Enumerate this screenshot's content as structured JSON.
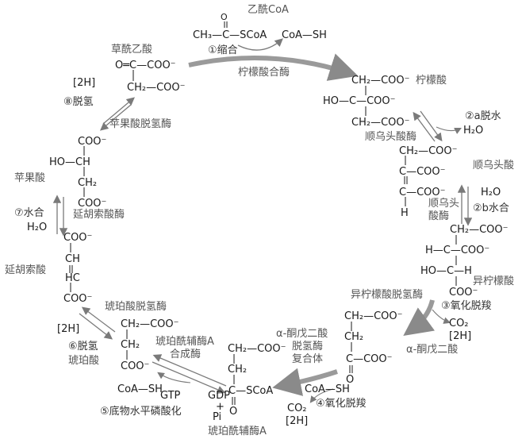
{
  "top": {
    "acetyl_coa_name": "乙酰CoA",
    "acetyl_coa_formula": "CH₃—C—SCoA",
    "acetyl_coa_o": "O",
    "coa_sh": "CoA—SH",
    "step1": "①缩合",
    "enzyme1": "柠檬酸合酶"
  },
  "oxaloacetate": {
    "name": "草酰乙酸",
    "line1": "O═C—COO⁻",
    "line2": "CH₂—COO⁻"
  },
  "citrate": {
    "name": "柠檬酸",
    "line1": "CH₂—COO⁻",
    "line2": "HO—C—COO⁻",
    "line3": "CH₂—COO⁻"
  },
  "step2a": {
    "label": "②a脱水",
    "h2o": "H₂O",
    "enzyme": "顺乌头酸酶"
  },
  "cis_aconitate": {
    "name": "顺乌头酸",
    "line1": "CH₂—COO⁻",
    "line2": "C—COO⁻",
    "line3": "C—COO⁻",
    "line4": "H"
  },
  "step2b": {
    "h2o": "H₂O",
    "label": "②b水合",
    "enzyme_l1": "顺乌头",
    "enzyme_l2": "酸酶"
  },
  "isocitrate": {
    "name": "异柠檬酸",
    "line1": "CH₂—COO⁻",
    "line2": "H—C—COO⁻",
    "line3": "HO—C—H",
    "line4": "COO⁻"
  },
  "step3": {
    "enzyme": "异柠檬酸脱氢酶",
    "label": "③氧化脱羧",
    "co2": "CO₂",
    "h2": "[2H]"
  },
  "akg": {
    "name": "α-酮戊二酸",
    "line1": "CH₂—COO⁻",
    "line2": "CH₂",
    "line3": "C—COO⁻",
    "line4": "O"
  },
  "step4": {
    "enzyme_l1": "α-酮戊二酸",
    "enzyme_l2": "脱氢酶",
    "enzyme_l3": "复合体",
    "coa_sh": "CoA—SH",
    "label": "④氧化脱羧",
    "co2": "CO₂",
    "h2": "[2H]"
  },
  "succinyl_coa": {
    "name": "琥珀酰辅酶A",
    "line1": "CH₂—COO⁻",
    "line2": "CH₂",
    "line3": "C—SCoA",
    "line4": "O"
  },
  "step5": {
    "enzyme_l1": "琥珀酰辅酶A",
    "enzyme_l2": "合成酶",
    "coa_sh": "CoA—SH",
    "gtp": "GTP",
    "gdp": "GDP",
    "plus": "+",
    "pi": "Pi",
    "label": "⑤底物水平磷酸化"
  },
  "succinate": {
    "name": "琥珀酸",
    "line1": "CH₂—COO⁻",
    "line2": "CH₂",
    "line3": "COO⁻"
  },
  "step6": {
    "enzyme": "琥珀酸脱氢酶",
    "h2": "[2H]",
    "label": "⑥脱氢"
  },
  "fumarate": {
    "name": "延胡索酸",
    "line1": "COO⁻",
    "line2": "CH",
    "line3": "HC",
    "line4": "COO⁻"
  },
  "step7": {
    "label": "⑦水合",
    "h2o": "H₂O",
    "enzyme": "延胡索酸酶"
  },
  "malate": {
    "name": "苹果酸",
    "line1": "COO⁻",
    "line2": "HO—CH",
    "line3": "CH₂",
    "line4": "COO⁻"
  },
  "step8": {
    "h2": "[2H]",
    "label": "⑧脱氢",
    "enzyme": "苹果酸脱氢酶"
  },
  "colors": {
    "main_arrow": "#8a8a8a",
    "thin_arrow": "#7a7a7a",
    "text": "#1a1a1a"
  }
}
